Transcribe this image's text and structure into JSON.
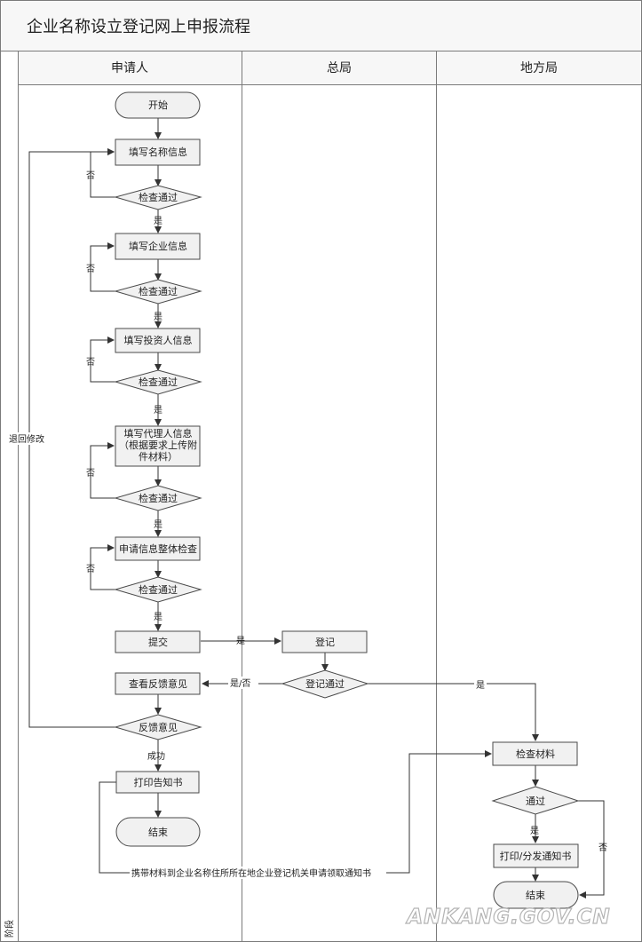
{
  "title": "企业名称设立登记网上申报流程",
  "lanes": {
    "applicant": "申请人",
    "headquarters": "总局",
    "local": "地方局"
  },
  "phase_label": "阶段",
  "nodes": {
    "start": "开始",
    "fill_name": "填写名称信息",
    "check1": "检查通过",
    "fill_company": "填写企业信息",
    "check2": "检查通过",
    "fill_investor": "填写投资人信息",
    "check3": "检查通过",
    "fill_agent_1": "填写代理人信息",
    "fill_agent_2": "（根据要求上传附",
    "fill_agent_3": "件材料）",
    "check4": "检查通过",
    "overall_check": "申请信息整体检查",
    "check5": "检查通过",
    "submit": "提交",
    "view_feedback": "查看反馈意见",
    "feedback": "反馈意见",
    "print_notice": "打印告知书",
    "end_applicant": "结束",
    "register": "登记",
    "register_pass": "登记通过",
    "check_materials": "检查材料",
    "pass": "通过",
    "print_distribute": "打印/分发通知书",
    "end_local": "结束"
  },
  "labels": {
    "yes": "是",
    "no": "否",
    "yes_no": "是/否",
    "success": "成功",
    "return_modify": "退回修改",
    "carry_materials": "携带材料到企业名称住所所在地企业登记机关申请领取通知书"
  },
  "watermark": "ANKANG.GOV.CN"
}
